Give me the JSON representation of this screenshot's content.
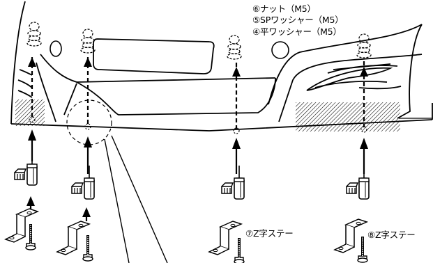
{
  "labels": {
    "nut": "⑥ナット（M5）",
    "sp_washer": "⑤SPワッシャー（M5）",
    "flat_washer": "④平ワッシャー（M5）",
    "z_stay_7": "⑦Z字ステー",
    "z_stay_8": "⑧Z字ステー"
  }
}
